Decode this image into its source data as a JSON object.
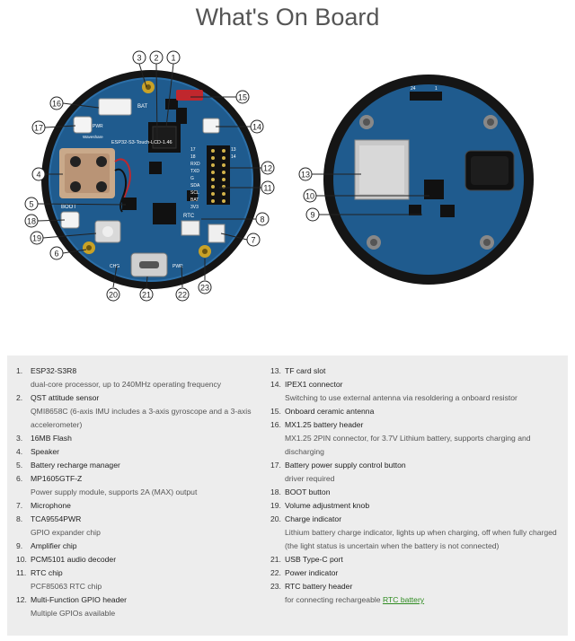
{
  "page": {
    "title": "What's On Board"
  },
  "board_labels": {
    "model": "ESP32-S3-Touch-LCD-1.46",
    "brand": "Waveshare",
    "bat": "BAT",
    "boot": "BOOT",
    "pwr": "PWR",
    "rtc": "RTC",
    "chg": "CHG",
    "pwr2": "PWR",
    "pins": [
      "17",
      "18",
      "RXD",
      "TXD",
      "G",
      "SDA",
      "SCL",
      "BAT",
      "3V3"
    ],
    "pin_nums": [
      "13",
      "14"
    ],
    "rear_nums": [
      "24",
      "1"
    ]
  },
  "callouts": [
    "1",
    "2",
    "3",
    "4",
    "5",
    "6",
    "7",
    "8",
    "9",
    "10",
    "11",
    "12",
    "13",
    "14",
    "15",
    "16",
    "17",
    "18",
    "19",
    "20",
    "21",
    "22",
    "23"
  ],
  "components": [
    {
      "num": "1.",
      "name": "ESP32-S3R8",
      "desc": "dual-core processor, up to 240MHz operating frequency"
    },
    {
      "num": "2.",
      "name": "QST attitude sensor",
      "desc": "QMI8658C (6-axis IMU includes a 3-axis gyroscope and a 3-axis accelerometer)"
    },
    {
      "num": "3.",
      "name": "16MB Flash",
      "desc": ""
    },
    {
      "num": "4.",
      "name": "Speaker",
      "desc": ""
    },
    {
      "num": "5.",
      "name": "Battery recharge manager",
      "desc": ""
    },
    {
      "num": "6.",
      "name": "MP1605GTF-Z",
      "desc": "Power supply module, supports 2A (MAX) output"
    },
    {
      "num": "7.",
      "name": "Microphone",
      "desc": ""
    },
    {
      "num": "8.",
      "name": "TCA9554PWR",
      "desc": "GPIO expander chip"
    },
    {
      "num": "9.",
      "name": "Amplifier chip",
      "desc": ""
    },
    {
      "num": "10.",
      "name": "PCM5101 audio decoder",
      "desc": ""
    },
    {
      "num": "11.",
      "name": "RTC chip",
      "desc": "PCF85063 RTC chip"
    },
    {
      "num": "12.",
      "name": "Multi-Function GPIO header",
      "desc": "Multiple GPIOs available"
    },
    {
      "num": "13.",
      "name": "TF card slot",
      "desc": ""
    },
    {
      "num": "14.",
      "name": "IPEX1 connector",
      "desc": "Switching to use external antenna via resoldering a onboard resistor"
    },
    {
      "num": "15.",
      "name": "Onboard ceramic antenna",
      "desc": ""
    },
    {
      "num": "16.",
      "name": "MX1.25 battery header",
      "desc": "MX1.25 2PIN connector, for 3.7V Lithium battery, supports charging and discharging"
    },
    {
      "num": "17.",
      "name": "Battery power supply control button",
      "desc": "driver required"
    },
    {
      "num": "18.",
      "name": "BOOT button",
      "desc": ""
    },
    {
      "num": "19.",
      "name": "Volume adjustment knob",
      "desc": ""
    },
    {
      "num": "20.",
      "name": "Charge indicator",
      "desc": "Lithium battery charge indicator, lights up when charging, off when fully charged (the light status is uncertain when the battery is not connected)"
    },
    {
      "num": "21.",
      "name": "USB Type-C port",
      "desc": ""
    },
    {
      "num": "22.",
      "name": "Power indicator",
      "desc": ""
    },
    {
      "num": "23.",
      "name": "RTC battery header",
      "desc": "for connecting rechargeable ",
      "link": "RTC battery"
    }
  ],
  "colors": {
    "pcb": "#1f5b8e",
    "bezel": "#1a1a1a",
    "panel": "#ededed",
    "link": "#2e8b20"
  }
}
